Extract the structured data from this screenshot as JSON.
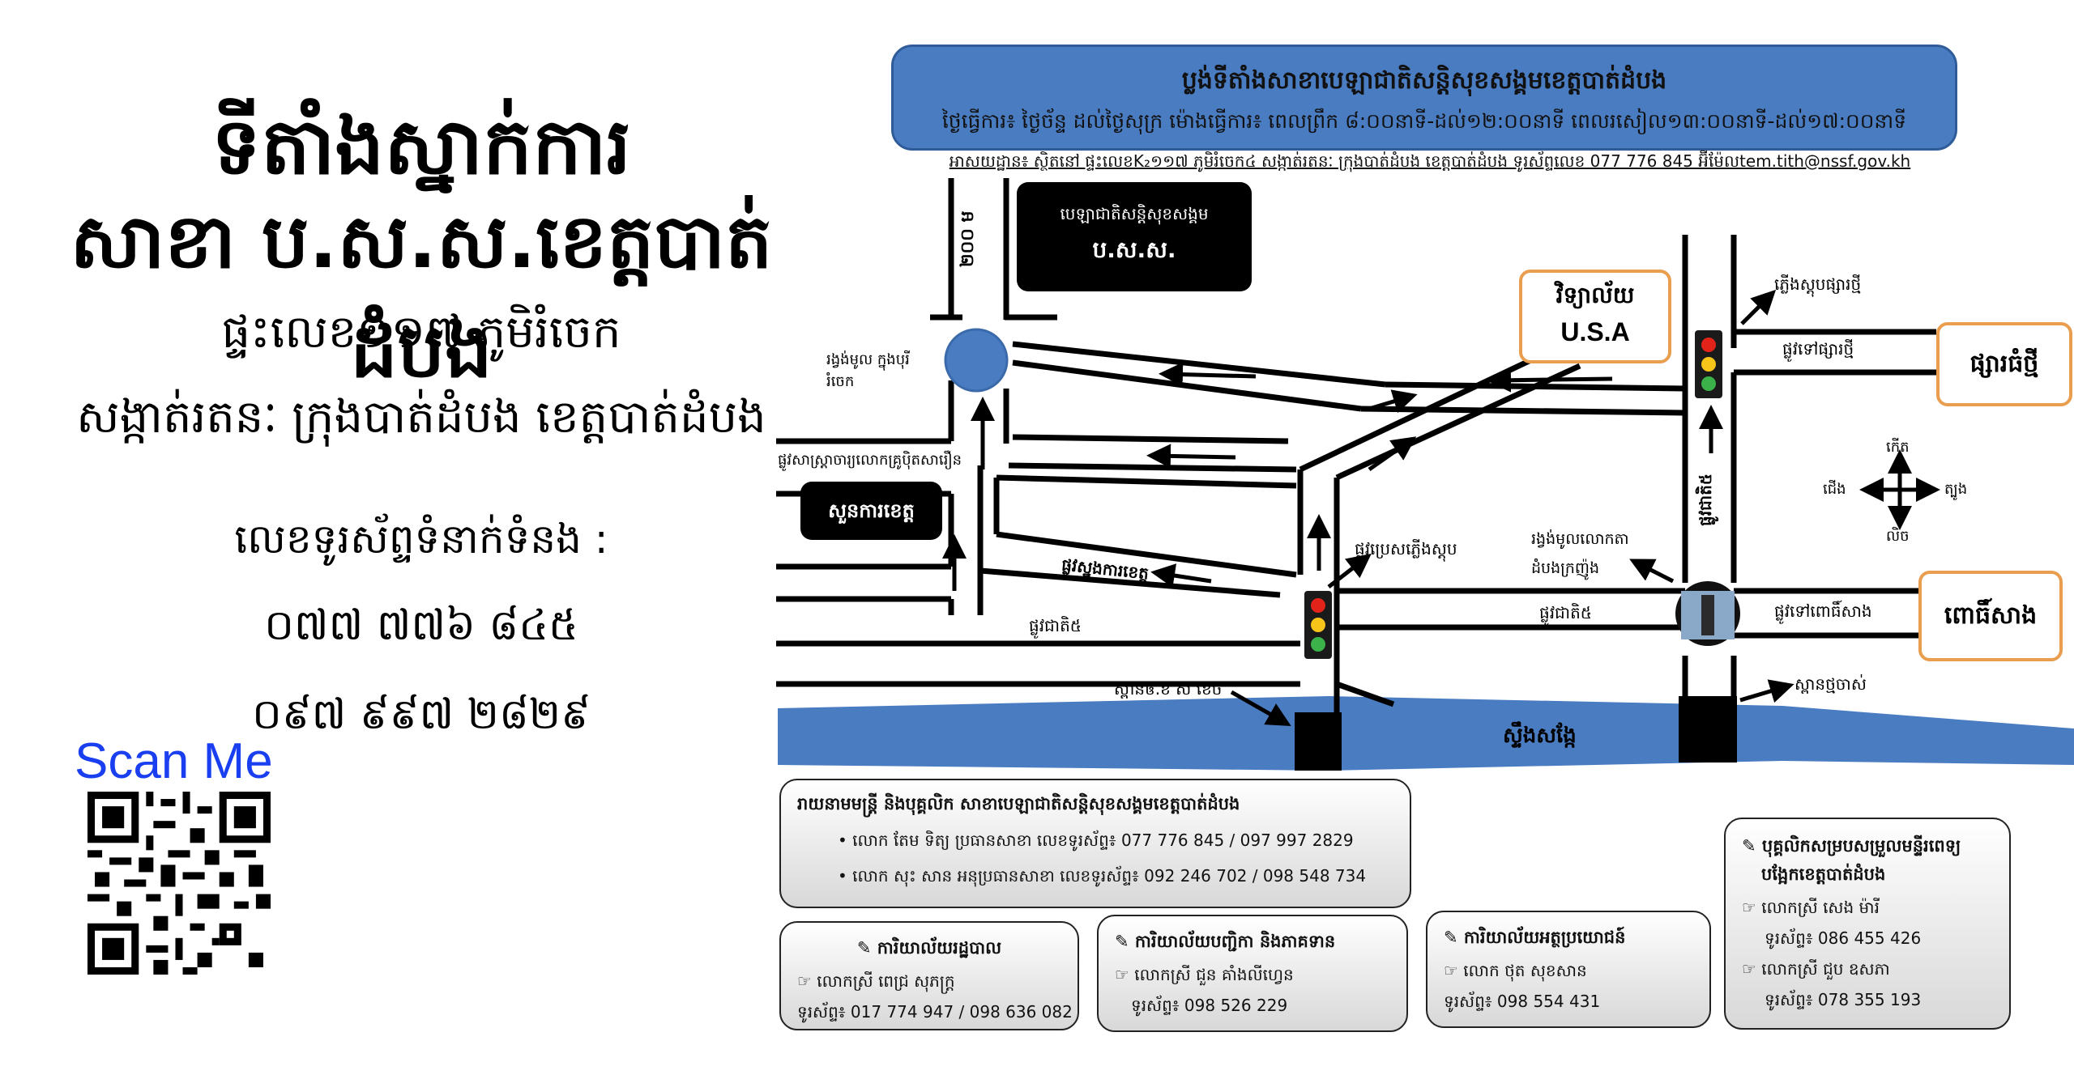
{
  "left": {
    "title_line1": "ទីតាំងស្នាក់ការ",
    "title_line2": "សាខា ប.ស.ស.ខេត្តបាត់ដំបង",
    "address_line1": "ផ្ទះលេខ១១៧ ភូមិរំចេក",
    "address_line2": "សង្កាត់រតនៈ ក្រុងបាត់ដំបង ខេត្តបាត់ដំបង",
    "phone_label": "លេខទូរស័ព្ទទំនាក់ទំនង :",
    "phone1": "០៧៧ ៧៧៦ ៨៤៥",
    "phone2": "០៩៧ ៩៩៧ ២៨២៩",
    "scan_label": "Scan Me"
  },
  "header": {
    "title": "ប្លង់ទីតាំងសាខាបេឡាជាតិសន្តិសុខសង្គមខេត្តបាត់ដំបង",
    "hours": "ថ្ងៃធ្វើការ៖ ថ្ងៃច័ន្ទ ដល់ថ្ងៃសុក្រ ម៉ោងធ្វើការ៖ ពេលព្រឹក ៨:០០នាទី-ដល់១២:០០នាទី ពេលរសៀល១៣:០០នាទី-ដល់១៧:០០នាទី",
    "address": "អាសយដ្ឋាន៖ ស្ថិតនៅ ផ្ទះលេខK₂១១៧ ភូមិរំចេក៤ សង្កាត់រតនៈ ក្រុងបាត់ដំបង ខេត្តបាត់ដំបង ទូរស័ព្ទលេខ 077 776 845 អ៊ីម៉ែលtem.tith@nssf.gov.kh"
  },
  "map": {
    "nssf_line1": "បេឡាជាតិសន្តិសុខសង្គម",
    "nssf_line2": "ប.ស.ស.",
    "distance": "២០០ ម",
    "roundabout_label": "រង្វង់មូល ក្នុងបុរី រំចេក",
    "road_ptpc": "ផ្លូវសាស្រ្តាចារ្យលោកគ្រូប៉ិតសារឿន",
    "province_hall": "សួនការខេត្ត",
    "road_hall": "ផ្លូវស្នងការខេត្ត",
    "road_nr5_left": "ផ្លូវជាតិ៥",
    "road_light": "ផ្លូវប្រេសភ្លើងស្តុប",
    "roundabout_dambang": "រង្វង់មូលលោកតា ដំបងក្រញ៉ូង",
    "road_nr5_right": "ផ្លូវជាតិ៥",
    "road_nr5_vertical": "ផ្លូវជាតិ៥",
    "school_line1": "វិទ្យាល័យ",
    "school_line2": "U.S.A",
    "light_market": "ភ្លើងស្តុបផ្សារថ្មី",
    "road_market": "ផ្លូវទៅផ្សារថ្មី",
    "market": "ផ្សារធំថ្មី",
    "road_pagoda": "ផ្លូវទៅពោធិ៍សាង",
    "pagoda": "ពោធិ៍សាង",
    "bridge_left": "ស្ពានឲ.ខ ស ខេច",
    "bridge_right": "ស្ពានថ្មចាស់",
    "river": "ស្ទឹងសង្កែ",
    "north": "កើត",
    "west": "ជើង",
    "east": "ត្បូង",
    "south": "លិច",
    "colors": {
      "blue": "#4a7cc2",
      "orange": "#e99d4f"
    }
  },
  "contacts": {
    "main": {
      "title": "រាយនាមមន្ត្រី និងបុគ្គលិក សាខាបេឡាជាតិសន្តិសុខសង្គមខេត្តបាត់ដំបង",
      "line1": "• លោក តែម ទិត្យ ប្រធានសាខា លេខទូរស័ព្ទ៖ 077 776 845 / 097 997 2829",
      "line2": "• លោក សុះ សាន អនុប្រធានសាខា លេខទូរស័ព្ទ៖ 092 246 702 / 098 548 734"
    },
    "admin": {
      "title": "✎ ការិយាល័យរដ្ឋបាល",
      "person": "☞ លោកស្រី ពេជ្រ សុភក្រ្ត",
      "phone": "ទូរស័ព្ទ៖ 017 774 947 / 098 636 082"
    },
    "registration": {
      "title": "✎ ការិយាល័យបញ្ជិកា និងភាគទាន",
      "person": "☞ លោកស្រី ជួន គាំងលីហ្វេន",
      "phone": "ទូរស័ព្ទ៖ 098 526 229"
    },
    "benefits": {
      "title": "✎ ការិយាល័យអត្ថប្រយោជន៍",
      "person": "☞ លោក ថុត សុខសាន",
      "phone": "ទូរស័ព្ទ៖ 098 554 431"
    },
    "hospital": {
      "title_line1": "✎ បុគ្គលិកសម្របសម្រួលមន្ទីរពេទ្យ",
      "title_line2": "បង្អែកខេត្តបាត់ដំបង",
      "person1": "☞ លោកស្រី សេង ម៉ារី",
      "phone1": "ទូរស័ព្ទ៖ 086 455 426",
      "person2": "☞ លោកស្រី ជួប ឧសភា",
      "phone2": "ទូរស័ព្ទ៖ 078 355 193"
    }
  }
}
